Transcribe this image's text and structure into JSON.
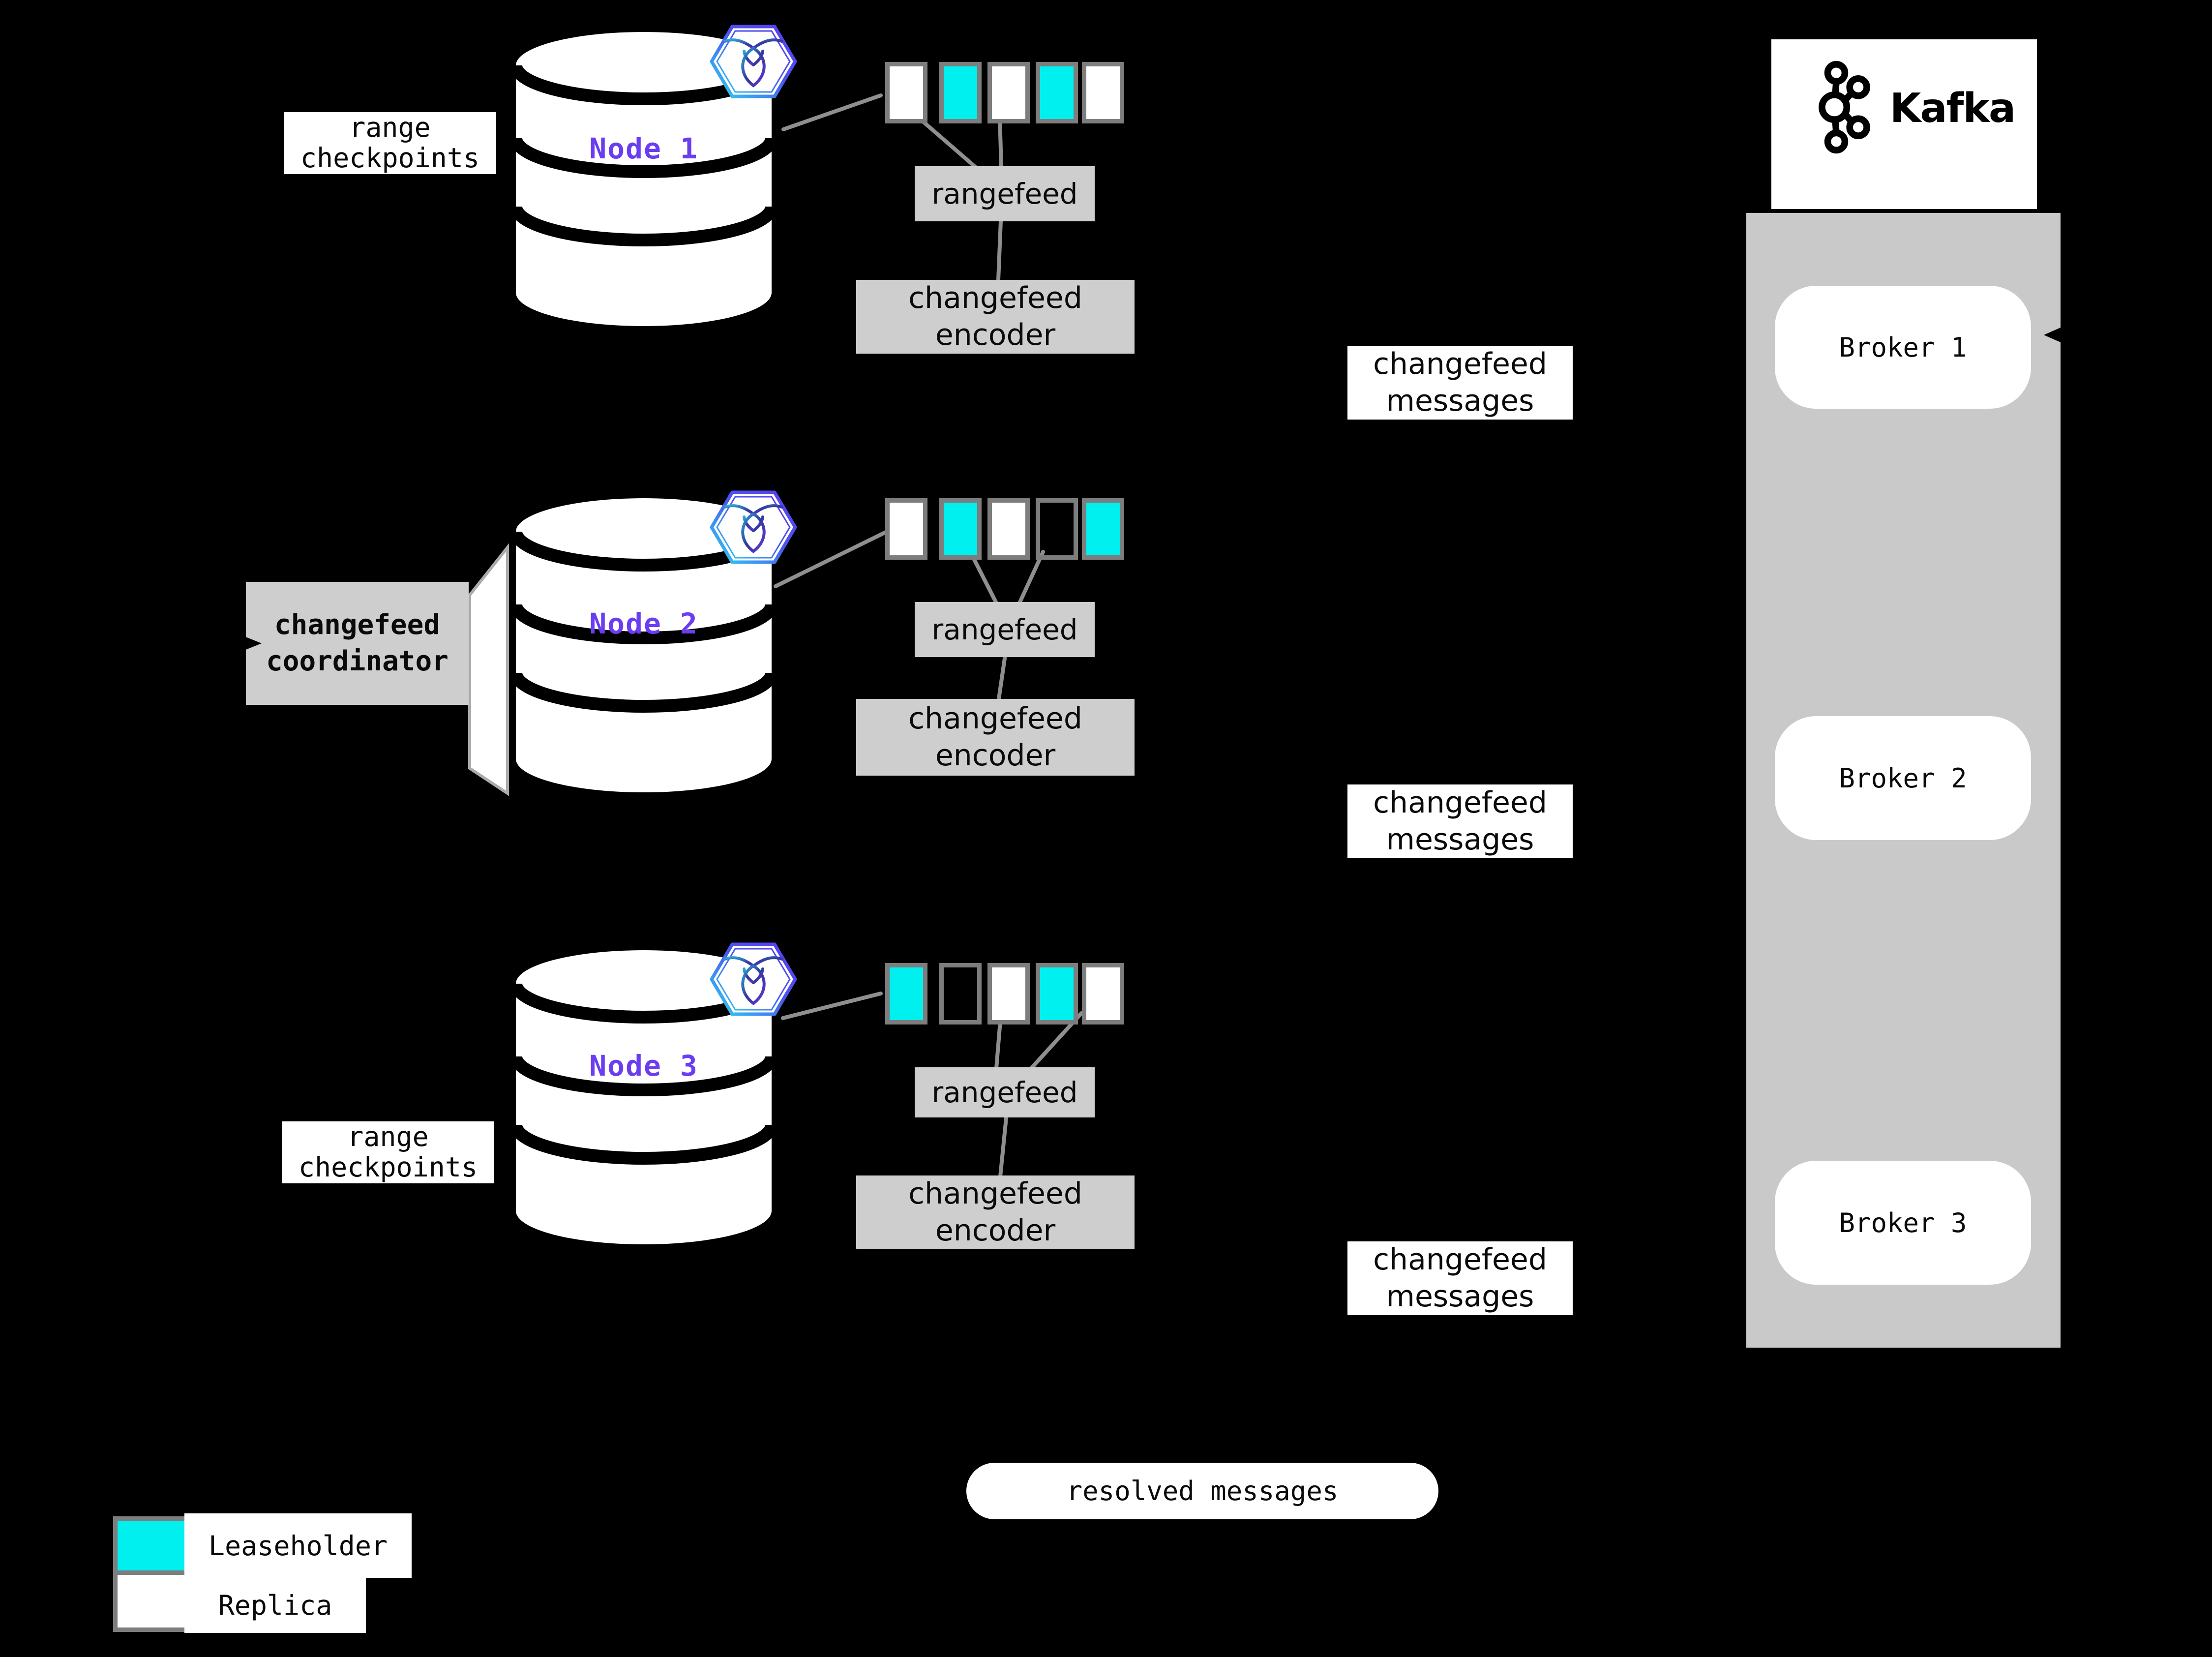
{
  "colors": {
    "background": "#000000",
    "leaseholder": "#00efef",
    "replica": "#ffffff",
    "gray_box": "#cecece",
    "kafka_container": "#c9c9c9",
    "connector_line": "#8f8f8f",
    "node_label": "#6b3df0",
    "swatch_border": "#7d7d7d"
  },
  "nodes": [
    {
      "label": "Node 1",
      "rangefeed_label": "rangefeed",
      "encoder_label": "changefeed encoder",
      "squares": [
        "replica",
        "leaseholder",
        "replica",
        "leaseholder",
        "replica"
      ]
    },
    {
      "label": "Node 2",
      "rangefeed_label": "rangefeed",
      "encoder_label": "changefeed encoder",
      "squares": [
        "replica",
        "leaseholder",
        "replica",
        "empty",
        "leaseholder"
      ]
    },
    {
      "label": "Node 3",
      "rangefeed_label": "rangefeed",
      "encoder_label": "changefeed encoder",
      "squares": [
        "leaseholder",
        "empty",
        "replica",
        "leaseholder",
        "replica"
      ]
    }
  ],
  "labels": {
    "range_checkpoints": "range checkpoints",
    "changefeed_coordinator": "changefeed coordinator",
    "changefeed_messages": "changefeed messages",
    "resolved_messages": "resolved messages"
  },
  "kafka": {
    "title": "Kafka",
    "brokers": [
      "Broker 1",
      "Broker 2",
      "Broker 3"
    ]
  },
  "legend": {
    "items": [
      {
        "key": "leaseholder",
        "label": "Leaseholder"
      },
      {
        "key": "replica",
        "label": "Replica"
      }
    ]
  }
}
